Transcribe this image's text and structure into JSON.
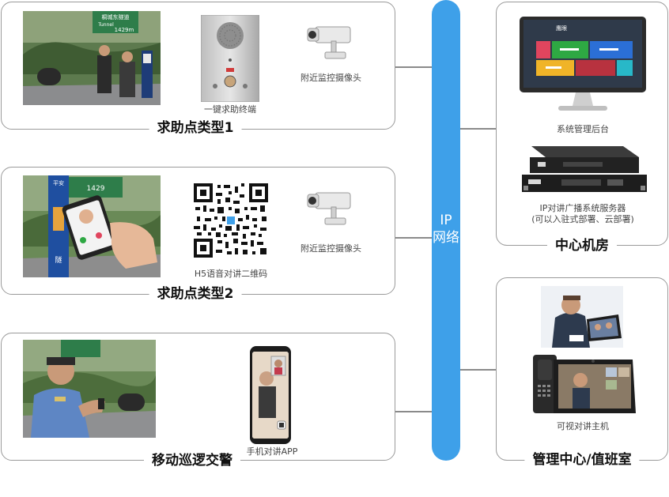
{
  "network_label": "IP",
  "network_label_2": "网络",
  "panels": {
    "type1": {
      "title": "求助点类型1",
      "terminal_caption": "一键求助终端",
      "camera_caption": "附近监控摄像头",
      "sign_text_1": "桐城东隧道",
      "sign_text_2": "Tunnel",
      "sign_text_3": "1429m"
    },
    "type2": {
      "title": "求助点类型2",
      "qr_caption": "H5语音对讲二维码",
      "camera_caption": "附近监控摄像头",
      "sign_text_1": "平安",
      "sign_text_2": "1429",
      "sign_text_3": "隧"
    },
    "patrol": {
      "title": "移动巡逻交警",
      "app_caption": "手机对讲APP"
    },
    "center": {
      "title": "中心机房",
      "admin_caption": "系统管理后台",
      "server_caption_1": "IP对讲广播系统服务器",
      "server_caption_2": "(可以入驻式部署、云部署)",
      "screen_header": "鹰眼"
    },
    "control": {
      "title": "管理中心/值班室",
      "host_caption": "可视对讲主机"
    }
  },
  "colors": {
    "bus": "#3ea0e9",
    "tile_green": "#2ea843",
    "tile_blue": "#2b6fd6",
    "tile_pink": "#e0455e",
    "tile_yellow": "#f0b428",
    "tile_red": "#b8323f",
    "tile_teal": "#28b8c8"
  }
}
